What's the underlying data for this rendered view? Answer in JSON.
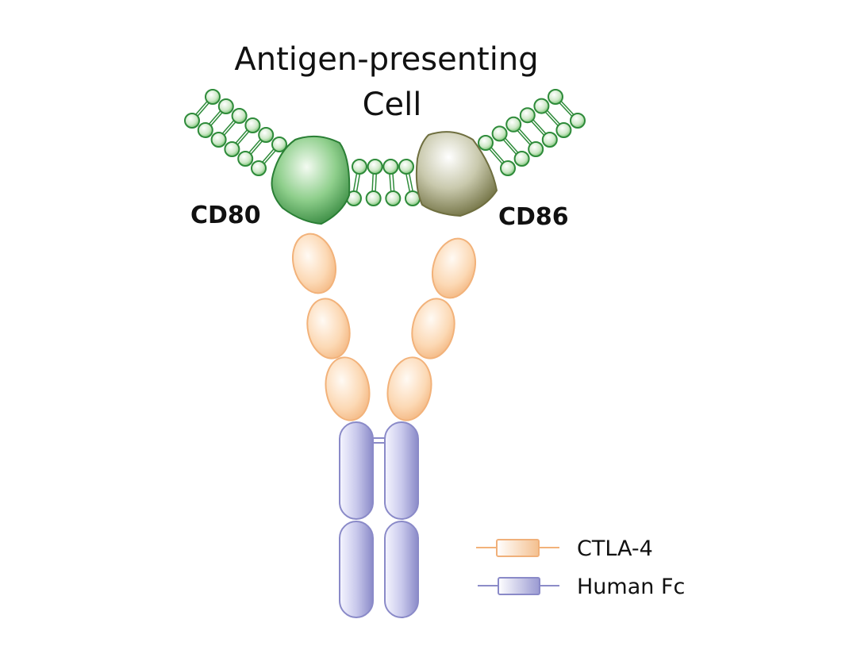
{
  "title": {
    "line1": "Antigen-presenting",
    "line2": "Cell"
  },
  "ligands": {
    "left": "CD80",
    "right": "CD86"
  },
  "legend": [
    {
      "label": "CTLA-4",
      "color": "#f2b27a"
    },
    {
      "label": "Human Fc",
      "color": "#8c8cc8"
    }
  ],
  "colors": {
    "membrane": "#2e8b3a",
    "cd80": "#2f8a3c",
    "cd86": "#7a7a4a"
  }
}
